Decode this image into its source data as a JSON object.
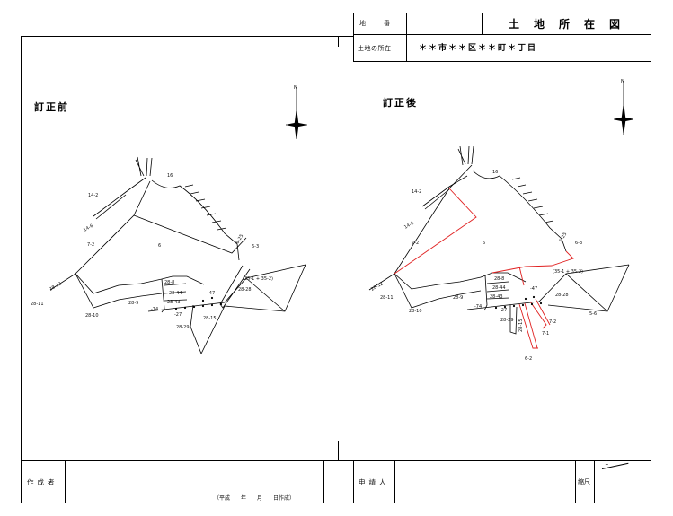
{
  "header": {
    "lot_number_label": "地　　番",
    "lot_number_value": "",
    "title": "土地所在図",
    "location_label": "土地の所在",
    "location_value": "＊＊市＊＊区＊＊町＊丁目"
  },
  "left_panel": {
    "section_title": "訂正前",
    "parcels": [
      "16",
      "14-2",
      "14-6",
      "7-2",
      "6",
      "28-12",
      "28-11",
      "28-10",
      "28-9",
      "28-8",
      "28-44",
      "28-43",
      "-47",
      "-74",
      "-27",
      "28-29",
      "28-15",
      "28-28",
      "6-3",
      "6-25",
      "(35-1 + 35-2)"
    ]
  },
  "right_panel": {
    "section_title": "訂正後",
    "parcels": [
      "16",
      "14-2",
      "14-6",
      "7-2",
      "6",
      "28-12",
      "28-11",
      "28-10",
      "28-9",
      "28-8",
      "28-44",
      "28-43",
      "-47",
      "-74",
      "-27",
      "28-29",
      "28-28",
      "28-15",
      "6-3",
      "6-25",
      "(35-1 + 35-2)",
      "7-2",
      "7-1",
      "5-6",
      "6-2"
    ]
  },
  "footer": {
    "author_label": "作成者",
    "date_note": "（平成　　年　　月　　日作成）",
    "applicant_label": "申請人",
    "scale_label": "縮尺",
    "scale_value": "1"
  },
  "compass_label": "N",
  "colors": {
    "border": "#000000",
    "correction": "#e02020",
    "background": "#ffffff"
  }
}
